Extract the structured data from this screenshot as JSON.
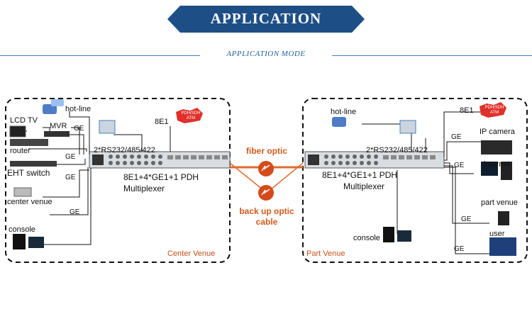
{
  "header": {
    "title": "APPLICATION",
    "subtitle": "APPLICATION MODE"
  },
  "colors": {
    "banner": "#1d4f86",
    "accent": "#d05a1a",
    "fiber": "#e06a2a",
    "line": "#3a7fbf"
  },
  "left": {
    "hotline": "hot-line",
    "lcd": "LCD TV",
    "mvr": "MVR",
    "router": "router",
    "eht": "EHT switch",
    "center": "center venue",
    "console": "console",
    "ge1": "GE",
    "ge2": "GE",
    "ge3": "GE",
    "ge4": "GE",
    "e1": "8E1",
    "pdh_tag": "PDH/SDH ATM",
    "rs": "2*RS232/485/422",
    "mux_line1": "8E1+4*GE1+1 PDH",
    "mux_line2": "Multiplexer",
    "venue": "Center Venue"
  },
  "middle": {
    "fiber": "fiber optic",
    "backup1": "back up optic",
    "backup2": "cable"
  },
  "right": {
    "hotline": "hot-line",
    "rs": "2*RS232/485/422",
    "e1": "8E1",
    "pdh_tag": "PDH/SDH ATM",
    "ipcam": "IP camera",
    "internet": "internet",
    "partvenue": "part venue",
    "user": "user",
    "console": "console",
    "ge1": "GE",
    "ge2": "GE",
    "ge3": "GE",
    "ge4": "GE",
    "mux_line1": "8E1+4*GE1+1 PDH",
    "mux_line2": "Multiplexer",
    "venue": "Part Venue"
  }
}
